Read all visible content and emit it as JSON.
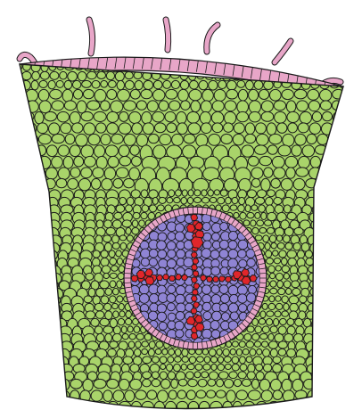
{
  "figure": {
    "subject": "",
    "palette": {
      "background": "#ffffff",
      "epidermis": "#e8a6c8",
      "root_hair": "#e8a6c8",
      "cortex": "#a9d46a",
      "endodermis": "#e8a6c8",
      "stele": "#8f84d4",
      "xylem": "#e0262b",
      "outline": "#1a1a1a"
    },
    "structures": [
      {
        "id": "root-hairs",
        "icon": "root-hair"
      },
      {
        "id": "epidermis",
        "icon": "pink-cell-row"
      },
      {
        "id": "cortex",
        "icon": "green-cells"
      },
      {
        "id": "endodermis",
        "icon": "pink-ring"
      },
      {
        "id": "vascular-cylinder",
        "icon": "purple-cells"
      },
      {
        "id": "xylem-arms",
        "icon": "red-cross",
        "arm_count": 4
      }
    ]
  }
}
